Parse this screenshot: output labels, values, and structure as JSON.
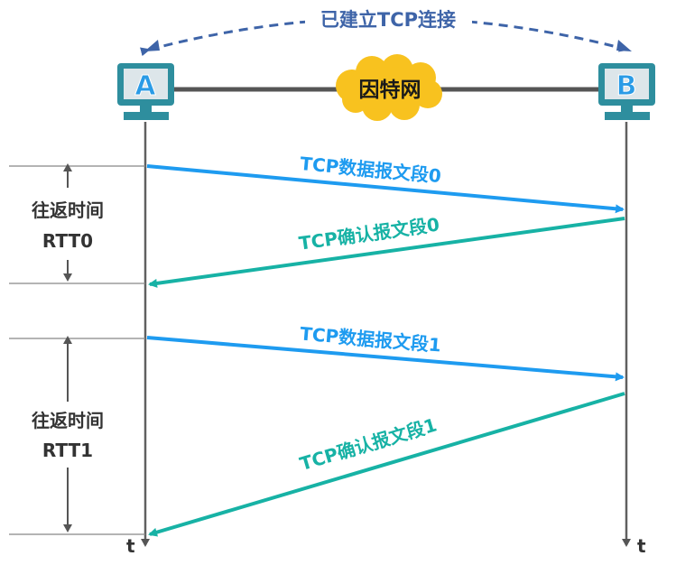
{
  "connection_label": "已建立TCP连接",
  "internet_label": "因特网",
  "host_a": "A",
  "host_b": "B",
  "time_label_a": "t",
  "time_label_b": "t",
  "messages": [
    {
      "label": "TCP数据报文段0"
    },
    {
      "label": "TCP确认报文段0"
    },
    {
      "label": "TCP数据报文段1"
    },
    {
      "label": "TCP确认报文段1"
    }
  ],
  "rtt": [
    {
      "line1": "往返时间",
      "line2": "RTT0"
    },
    {
      "line1": "往返时间",
      "line2": "RTT1"
    }
  ],
  "colors": {
    "data_arrow": "#1E9BF0",
    "ack_arrow": "#17B2A5",
    "monitor_frame": "#2E8E9E",
    "monitor_screen": "#DDE6EA",
    "host_letter": "#2A9BE6",
    "cloud_fill": "#F8C21F",
    "dashed_arc": "#3E64A8",
    "timeline": "#606060"
  }
}
